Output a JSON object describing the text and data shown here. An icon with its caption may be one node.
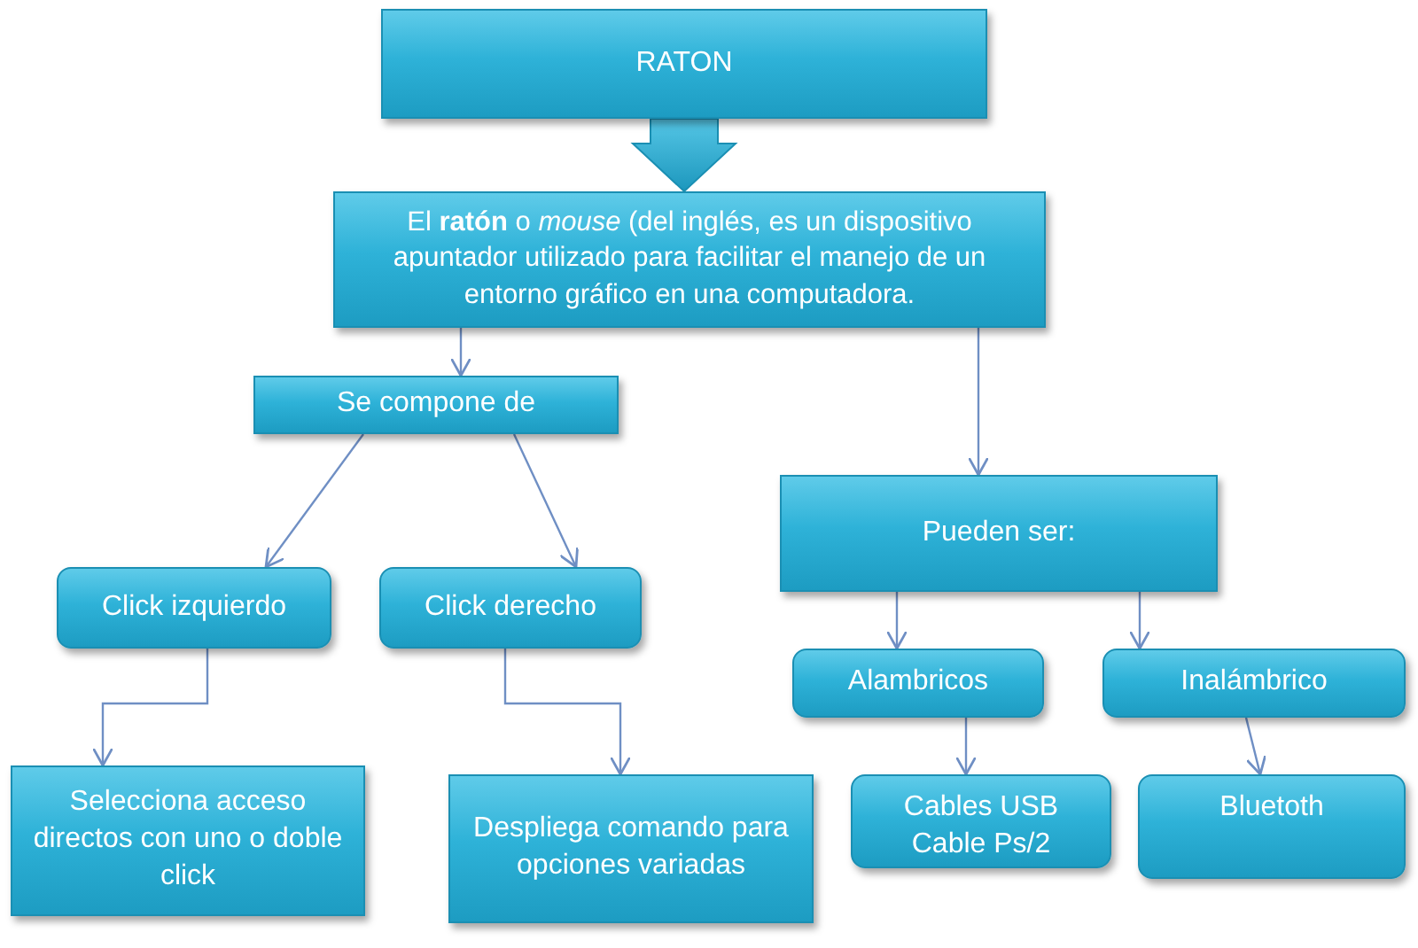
{
  "diagram": {
    "nodes": [
      {
        "text": [
          "RATON"
        ]
      },
      {
        "text": [
          "El **ratón** o *mouse* (del inglés, es un dispositivo apuntador utilizado para facilitar el manejo de un entorno gráfico en una computadora."
        ]
      },
      {
        "text": [
          "Se compone de"
        ]
      },
      {
        "text": [
          "Pueden ser:"
        ]
      },
      {
        "text": [
          "Click izquierdo"
        ]
      },
      {
        "text": [
          "Click derecho"
        ]
      },
      {
        "text": [
          "Selecciona acceso directos con  uno o doble click"
        ]
      },
      {
        "text": [
          "Despliega comando para opciones variadas"
        ]
      },
      {
        "text": [
          "Alambricos"
        ]
      },
      {
        "text": [
          "Inalámbrico"
        ]
      },
      {
        "text": [
          "Cables USB",
          "Cable Ps/2"
        ]
      },
      {
        "text": [
          "Bluetoth"
        ]
      }
    ],
    "edges": [
      {
        "from": 0,
        "to": 1,
        "arrow": "to",
        "style": "thick"
      },
      {
        "from": 1,
        "to": 2,
        "arrow": "to"
      },
      {
        "from": 1,
        "to": 3,
        "arrow": "to"
      },
      {
        "from": 2,
        "to": 4,
        "arrow": "to"
      },
      {
        "from": 2,
        "to": 5,
        "arrow": "to"
      },
      {
        "from": 4,
        "to": 6,
        "arrow": "to"
      },
      {
        "from": 5,
        "to": 7,
        "arrow": "to"
      },
      {
        "from": 3,
        "to": 8,
        "arrow": "to"
      },
      {
        "from": 3,
        "to": 9,
        "arrow": "to"
      },
      {
        "from": 8,
        "to": 10,
        "arrow": "to"
      },
      {
        "from": 9,
        "to": 11,
        "arrow": "to"
      }
    ]
  }
}
